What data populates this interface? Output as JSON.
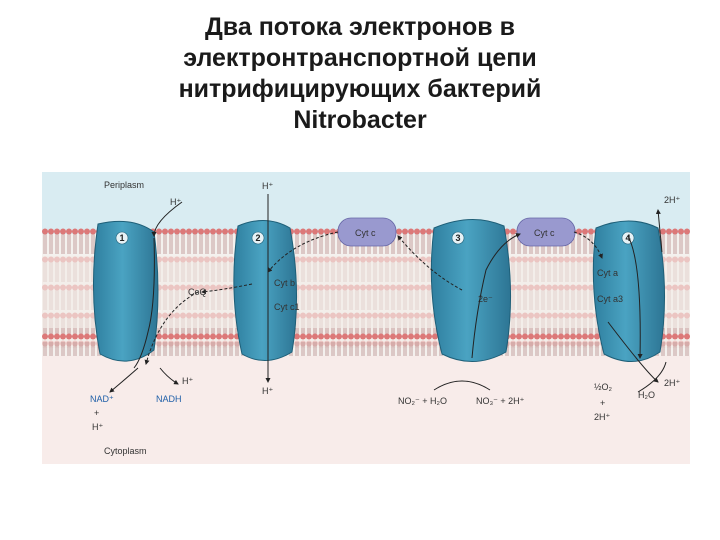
{
  "title": {
    "line1": "Два потока электронов в",
    "line2": "электронтранспортной цепи",
    "line3": "нитрифицирующих бактерий",
    "line4": "Nitrobacter"
  },
  "figure": {
    "periplasm": "Periplasm",
    "cytoplasm": "Cytoplasm",
    "complexes": [
      "1",
      "2",
      "3",
      "4"
    ],
    "coq": "CoQ",
    "cytb": "Cyt b",
    "cytc1": "Cyt c1",
    "cytc_a": "Cyt c",
    "cytc_b": "Cyt c",
    "two_e": "2e⁻",
    "cyta": "Cyt a",
    "cyta3": "Cyt a3",
    "h_periplasm_1": "H⁺",
    "h_periplasm_2": "H⁺",
    "h_top_right": "2H⁺",
    "h_cyto_1": "H⁺",
    "h_cyto_2": "H⁺",
    "nad": "NAD⁺",
    "plus": "+",
    "h_nad": "H⁺",
    "nadh": "NADH",
    "nitrite": "NO₂⁻ + H₂O",
    "nitrate": "NO₃⁻ + 2H⁺",
    "half_o2": "½O₂",
    "plus2": "+",
    "h2_bottom": "2H⁺",
    "water": "H₂O",
    "h2_right": "2H⁺"
  },
  "colors": {
    "periplasm": "#d9ecf2",
    "cytoplasm": "#f8ecea",
    "head": "#dc7878",
    "protein": "#3f95b4",
    "cytc": "#9999cf",
    "label_blue": "#1f5fa8"
  }
}
